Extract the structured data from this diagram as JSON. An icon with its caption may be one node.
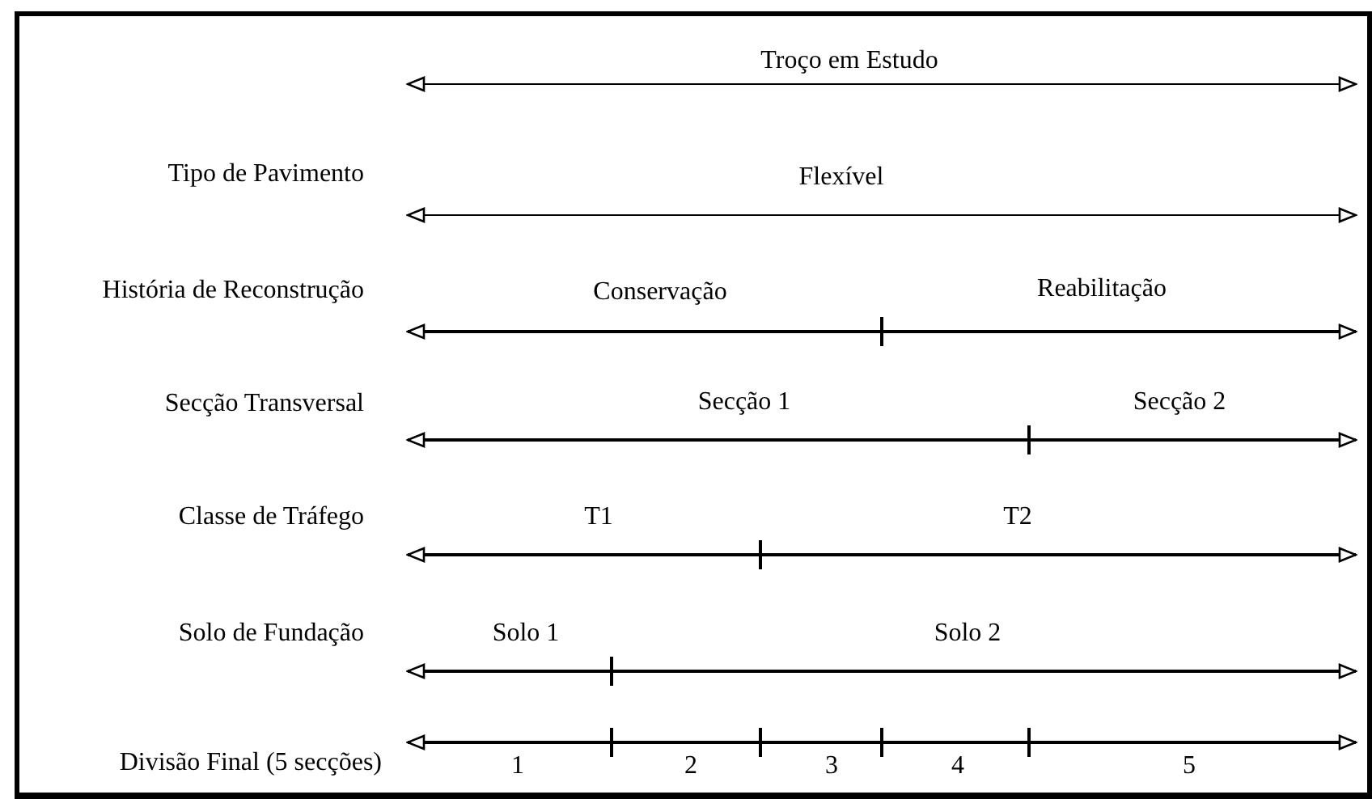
{
  "diagram": {
    "labels": [
      "Troço em Estudo",
      "Tipo de Pavimento",
      "Flexível",
      "História de Reconstrução",
      "Conservação",
      "Reabilitação",
      "Secção Transversal",
      "Secção 1",
      "Secção 2",
      "Classe de Tráfego",
      "T1",
      "T2",
      "Solo de Fundação",
      "Solo 1",
      "Solo 2",
      "Divisão Final (5 secções)",
      "1",
      "2",
      "3",
      "4",
      "5"
    ]
  }
}
